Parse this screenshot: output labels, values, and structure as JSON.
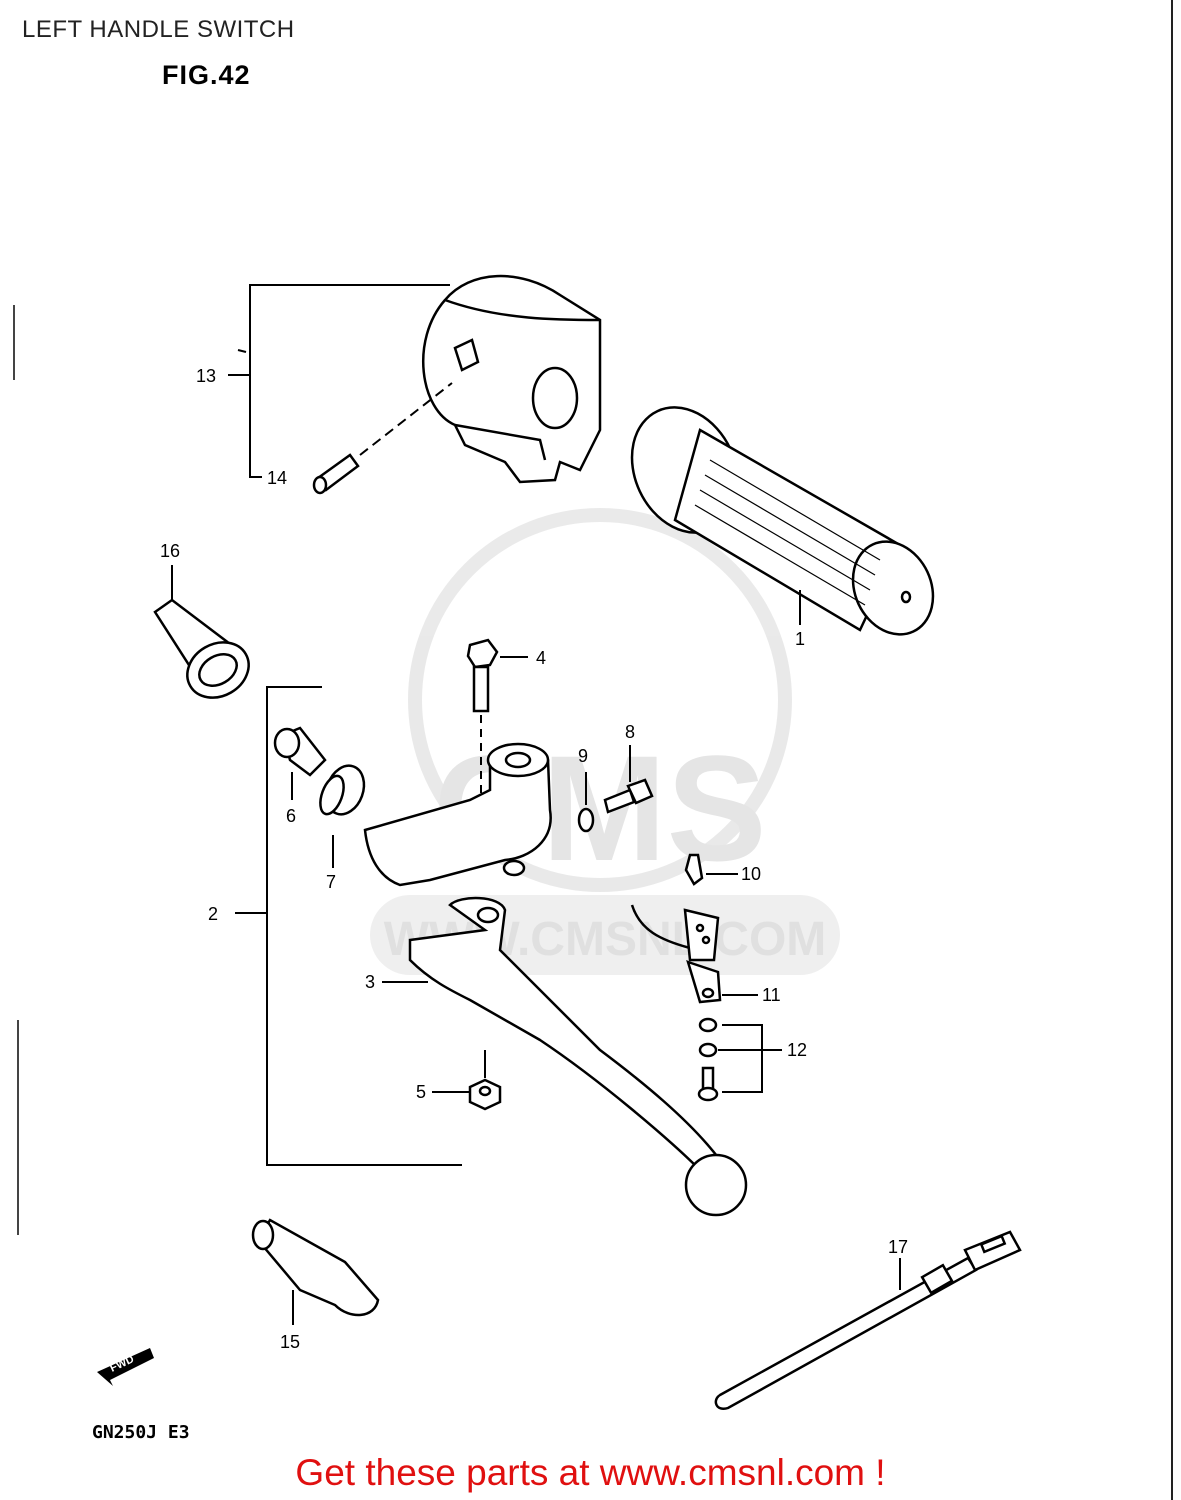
{
  "page": {
    "title": "LEFT HANDLE SWITCH",
    "figure": "FIG.42",
    "model": "GN250J  E3",
    "footer": "Get these parts at www.cmsnl.com !",
    "watermark": "WWW.CMSNL.COM",
    "watermark_logo": "CMS",
    "fwd_label": "FWD"
  },
  "callouts": [
    "1",
    "2",
    "3",
    "4",
    "5",
    "6",
    "7",
    "8",
    "9",
    "10",
    "11",
    "12",
    "13",
    "14",
    "15",
    "16",
    "17"
  ],
  "colors": {
    "footer": "#e01010",
    "line": "#000000",
    "watermark": "#dddddd"
  }
}
